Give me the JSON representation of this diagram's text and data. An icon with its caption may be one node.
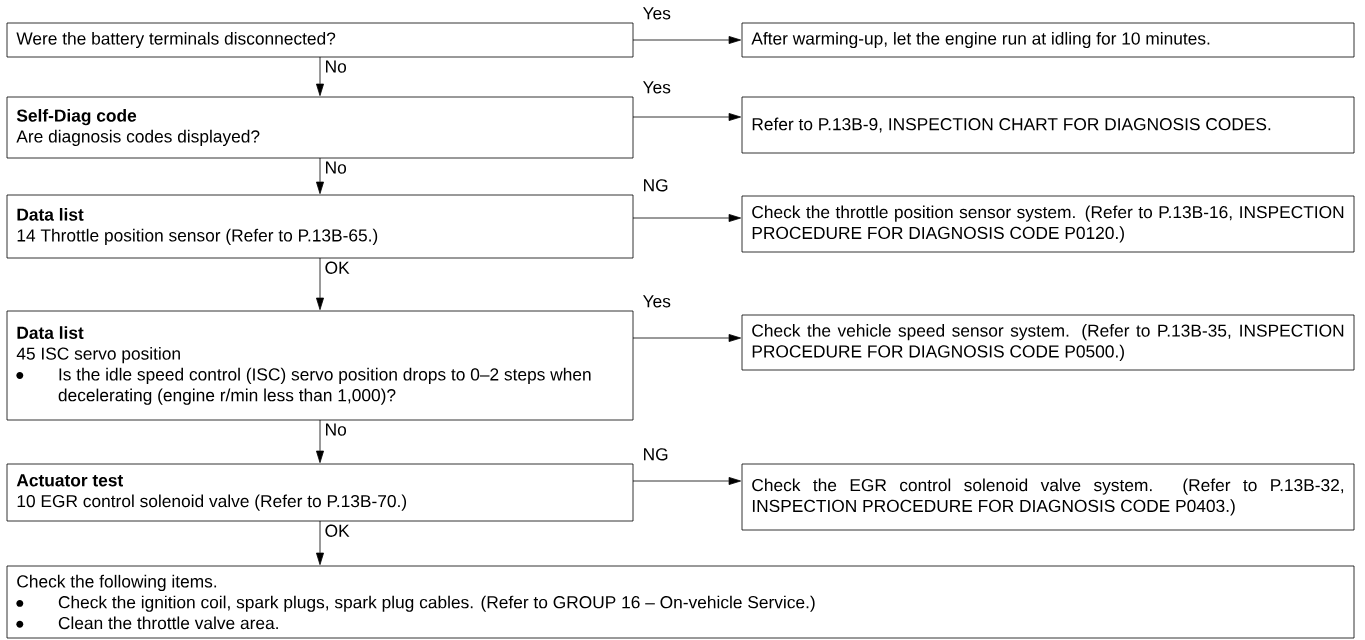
{
  "diagram": {
    "nodes": [
      {
        "text": [
          "Were the battery terminals disconnected?"
        ]
      },
      {
        "text": [
          "After warming-up, let the engine run at idling for 10 minutes."
        ]
      },
      {
        "text": [
          "Self-Diag code",
          "Are diagnosis codes displayed?"
        ]
      },
      {
        "text": [
          "Refer to P.13B-9, INSPECTION CHART FOR DIAGNOSIS CODES."
        ]
      },
      {
        "text": [
          "Data list",
          "14 Throttle position sensor (Refer to P.13B-65.)"
        ]
      },
      {
        "text": [
          "Check the throttle position sensor system. (Refer to P.13B-16, INSPECTION PROCEDURE FOR DIAGNOSIS CODE P0120.)"
        ]
      },
      {
        "text": [
          "Data list",
          "45 ISC servo position",
          "Is the idle speed control (ISC) servo position drops to 0–2 steps when decelerating (engine r/min less than 1,000)?"
        ]
      },
      {
        "text": [
          "Check the vehicle speed sensor system. (Refer to P.13B-35, INSPECTION PROCEDURE FOR DIAGNOSIS CODE P0500.)"
        ]
      },
      {
        "text": [
          "Actuator test",
          "10 EGR control solenoid valve (Refer to P.13B-70.)"
        ]
      },
      {
        "text": [
          "Check the EGR control solenoid valve system. (Refer to P.13B-32, INSPECTION PROCEDURE FOR DIAGNOSIS CODE P0403.)"
        ]
      },
      {
        "text": [
          "Check the following items.",
          "Check the ignition coil, spark plugs, spark plug cables. (Refer to GROUP 16 – On-vehicle Service.)",
          "Clean the throttle valve area."
        ]
      }
    ],
    "edges": [
      {
        "from": 0,
        "to": 1,
        "arrow": "to",
        "label": "Yes"
      },
      {
        "from": 0,
        "to": 2,
        "arrow": "to",
        "label": "No"
      },
      {
        "from": 2,
        "to": 3,
        "arrow": "to",
        "label": "Yes"
      },
      {
        "from": 2,
        "to": 4,
        "arrow": "to",
        "label": "No"
      },
      {
        "from": 4,
        "to": 5,
        "arrow": "to",
        "label": "NG"
      },
      {
        "from": 4,
        "to": 6,
        "arrow": "to",
        "label": "OK"
      },
      {
        "from": 6,
        "to": 7,
        "arrow": "to",
        "label": "Yes"
      },
      {
        "from": 6,
        "to": 8,
        "arrow": "to",
        "label": "No"
      },
      {
        "from": 8,
        "to": 9,
        "arrow": "to",
        "label": "NG"
      },
      {
        "from": 8,
        "to": 10,
        "arrow": "to",
        "label": "OK"
      }
    ]
  }
}
